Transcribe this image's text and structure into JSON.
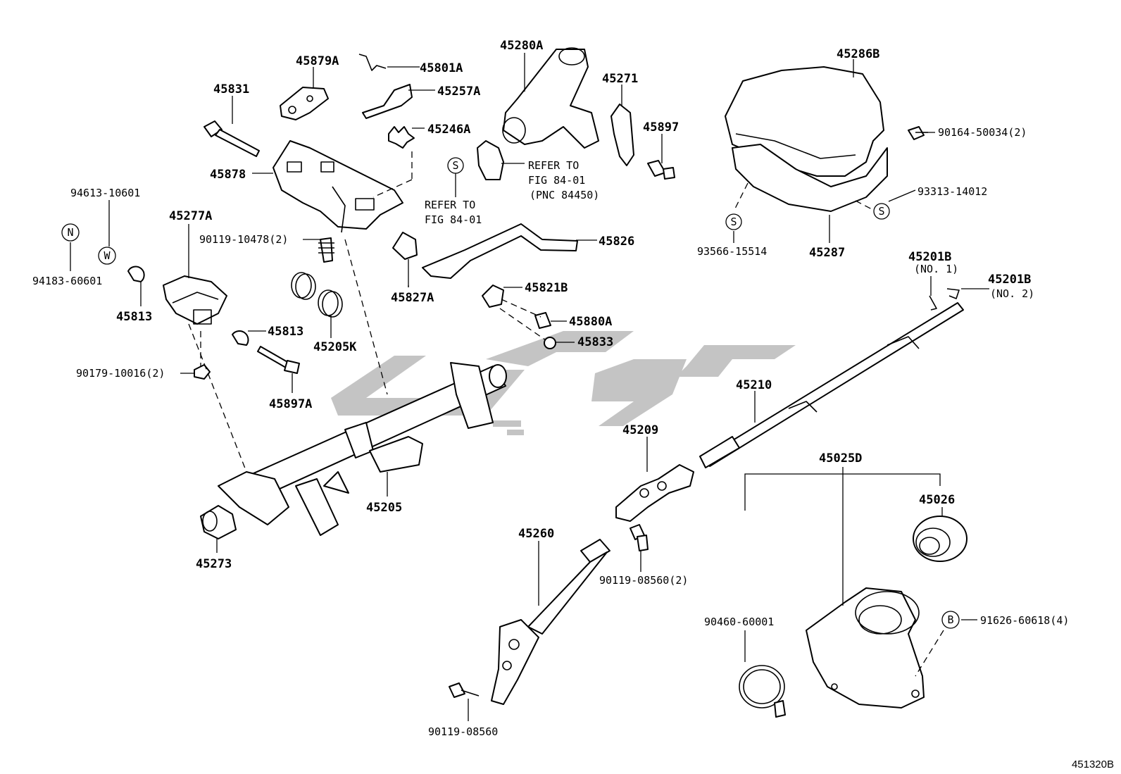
{
  "labels": {
    "p45879A": "45879A",
    "p45801A": "45801A",
    "p45280A": "45280A",
    "p45286B": "45286B",
    "p45831": "45831",
    "p45257A": "45257A",
    "p45271": "45271",
    "p45246A": "45246A",
    "p45897_top": "45897",
    "p90164": "90164-50034(2)",
    "p45878": "45878",
    "p93313": "93313-14012",
    "p94613": "94613-10601",
    "p45277A": "45277A",
    "p90119_10478": "90119-10478(2)",
    "p45826": "45826",
    "p93566": "93566-15514",
    "p45287": "45287",
    "p45201B_1": "45201B",
    "p45201B_2": "45201B",
    "p94183": "94183-60601",
    "p45821B": "45821B",
    "p45827A": "45827A",
    "p45813_a": "45813",
    "p45880A": "45880A",
    "p45813_b": "45813",
    "p45833": "45833",
    "p45205K": "45205K",
    "p90179": "90179-10016(2)",
    "p45897A": "45897A",
    "p45210": "45210",
    "p45209": "45209",
    "p45025D": "45025D",
    "p45205": "45205",
    "p45026": "45026",
    "p45273": "45273",
    "p45260": "45260",
    "p90119_08560_2": "90119-08560(2)",
    "p90460": "90460-60001",
    "p91626": "91626-60618(4)",
    "p90119_08560": "90119-08560"
  },
  "notes": {
    "refer_left_1": "REFER TO",
    "refer_left_2": "FIG 84-01",
    "refer_right_1": "REFER TO",
    "refer_right_2": "FIG 84-01",
    "refer_right_3": "(PNC 84450)",
    "no1": "(NO. 1)",
    "no2": "(NO. 2)"
  },
  "symbols": {
    "N": "N",
    "W": "W",
    "S": "S",
    "B": "B"
  },
  "footer": {
    "code": "451320B"
  }
}
